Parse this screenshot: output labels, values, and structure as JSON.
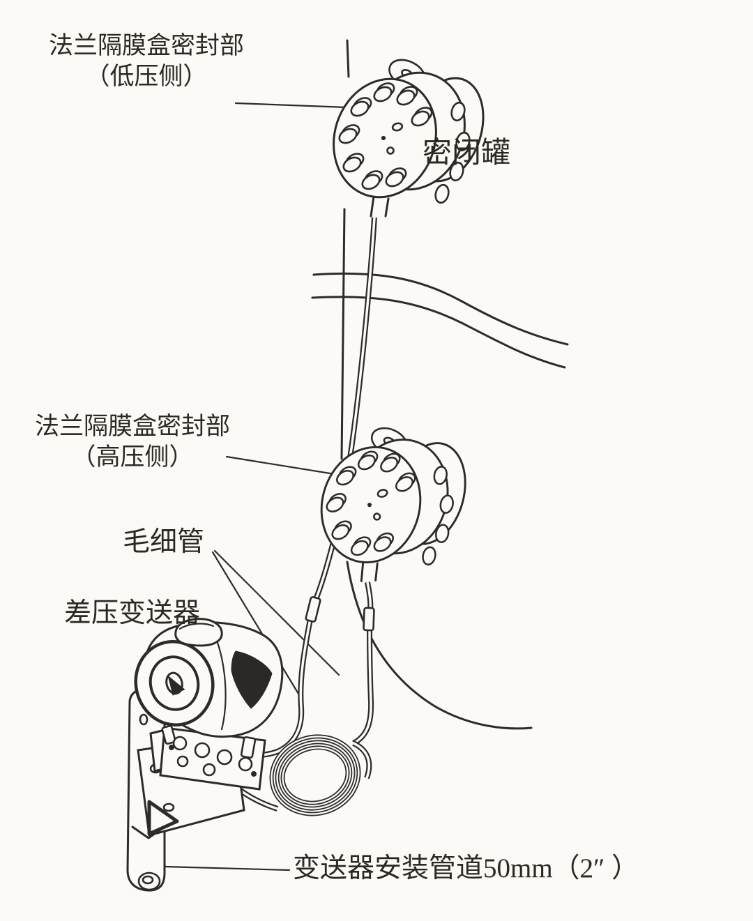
{
  "diagram": {
    "type": "technical-line-drawing",
    "subject": "remote-seal differential pressure transmitter installation on sealed tank",
    "labels": {
      "seal_low": {
        "line1": "法兰隔膜盒密封部",
        "line2": "（低压侧）"
      },
      "sealed_tank": "密闭罐",
      "seal_high": {
        "line1": "法兰隔膜盒密封部",
        "line2": "（高压侧）"
      },
      "capillary": "毛细管",
      "transmitter": "差压变送器",
      "mounting_pipe": "变送器安装管道50mm（2″ ）"
    },
    "colors": {
      "background": "#fbfaf7",
      "line": "#2d2b28",
      "text": "#2c2925"
    }
  }
}
